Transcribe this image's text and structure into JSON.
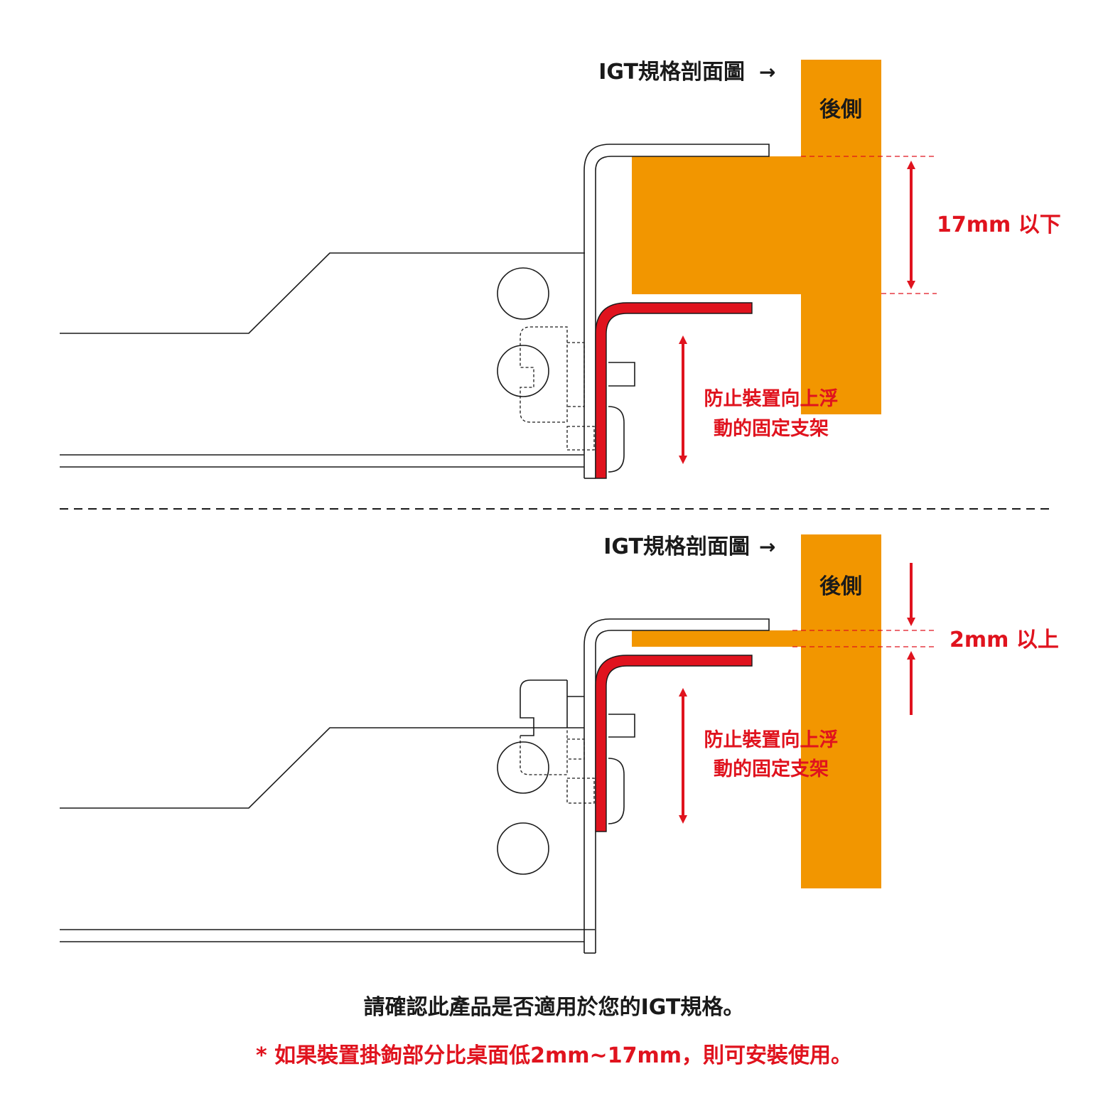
{
  "colors": {
    "board": "#f29600",
    "accent_red": "#e0131e",
    "outline": "#1a1a1a",
    "text": "#1a1a1a"
  },
  "top_diagram": {
    "section_title": "IGT規格剖面圖",
    "title_arrow": "→",
    "rear_label": "後側",
    "dimension_label": "17mm 以下",
    "bracket_label_line1": "防止裝置向上浮",
    "bracket_label_line2": "動的固定支架"
  },
  "bottom_diagram": {
    "section_title": "IGT規格剖面圖",
    "title_arrow": "→",
    "rear_label": "後側",
    "dimension_label": "2mm 以上",
    "bracket_label_line1": "防止裝置向上浮",
    "bracket_label_line2": "動的固定支架"
  },
  "footer": {
    "note": "請確認此產品是否適用於您的IGT規格。",
    "condition": "* 如果裝置掛鉤部分比桌面低2mm~17mm，則可安裝使用。"
  }
}
